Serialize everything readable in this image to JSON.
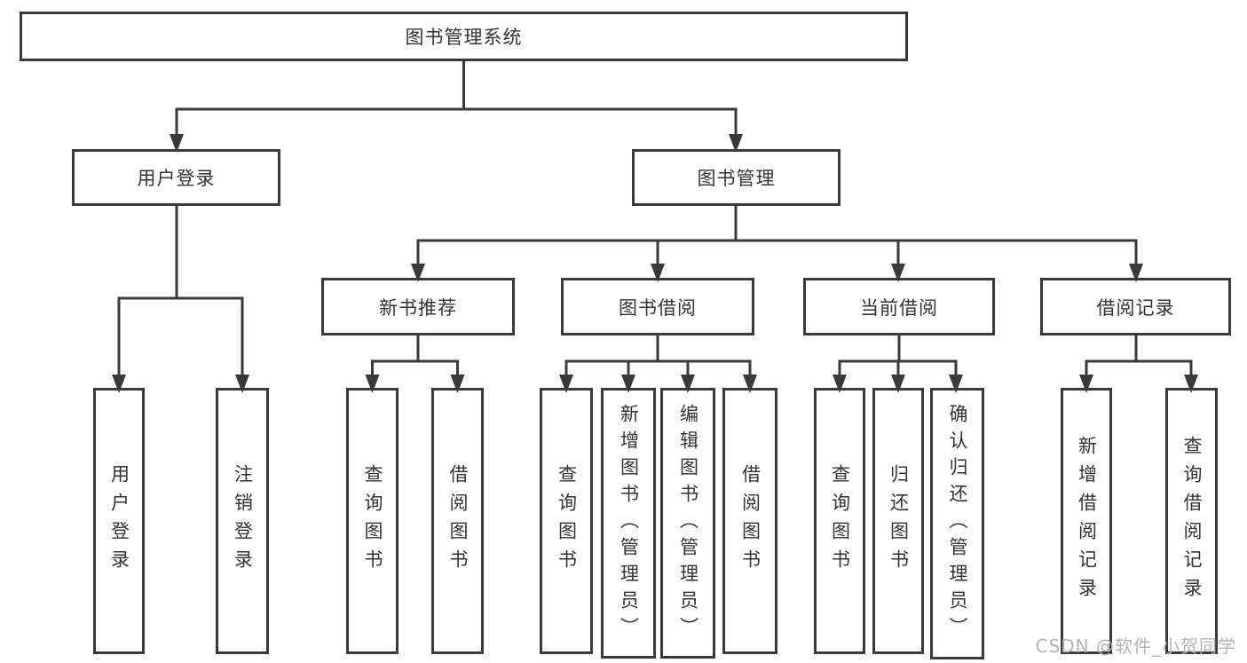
{
  "diagram": {
    "root": {
      "label": "图书管理系统"
    },
    "level2": [
      {
        "label": "用户登录"
      },
      {
        "label": "图书管理"
      }
    ],
    "level3": [
      {
        "label": "新书推荐"
      },
      {
        "label": "图书借阅"
      },
      {
        "label": "当前借阅"
      },
      {
        "label": "借阅记录"
      }
    ],
    "leaves": {
      "user_login": [
        "用户登录",
        "注销登录"
      ],
      "new_books": [
        "查询图书",
        "借阅图书"
      ],
      "book_borrow": [
        "查询图书",
        "新增图书（管理员）",
        "编辑图书（管理员）",
        "借阅图书"
      ],
      "current_borrow": [
        "查询图书",
        "归还图书",
        "确认归还（管理员）"
      ],
      "borrow_records": [
        "新增借阅记录",
        "查询借阅记录"
      ]
    }
  },
  "watermark": "CSDN @软件_小贺同学",
  "colors": {
    "line": "#3a3a3a",
    "text": "#333333",
    "watermark": "#b3b3b3"
  }
}
